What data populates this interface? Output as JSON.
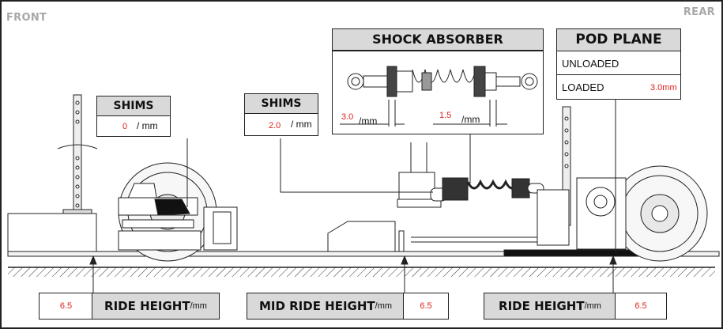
{
  "corners": {
    "front": "FRONT",
    "rear": "REAR"
  },
  "shims_front": {
    "title": "SHIMS",
    "value": "0",
    "unit": "/ mm"
  },
  "shims_mid": {
    "title": "SHIMS",
    "value": "2.0",
    "unit": "/ mm"
  },
  "shock": {
    "title": "SHOCK ABSORBER",
    "left_value": "3.0",
    "left_unit": "/mm",
    "right_value": "1.5",
    "right_unit": "/mm"
  },
  "pod_plane": {
    "title": "POD PLANE",
    "unloaded_label": "UNLOADED",
    "loaded_label": "LOADED",
    "loaded_value": "3.0mm"
  },
  "ride_front": {
    "value": "6.5",
    "label": "RIDE HEIGHT",
    "unit": "/mm"
  },
  "ride_mid": {
    "value": "6.5",
    "label": "MID RIDE HEIGHT",
    "unit": "/mm"
  },
  "ride_rear": {
    "value": "6.5",
    "label": "RIDE HEIGHT",
    "unit": "/mm"
  },
  "colors": {
    "accent_red": "#e0201a",
    "header_grey": "#d9d9d9",
    "corner_grey": "#a8a8a8"
  }
}
